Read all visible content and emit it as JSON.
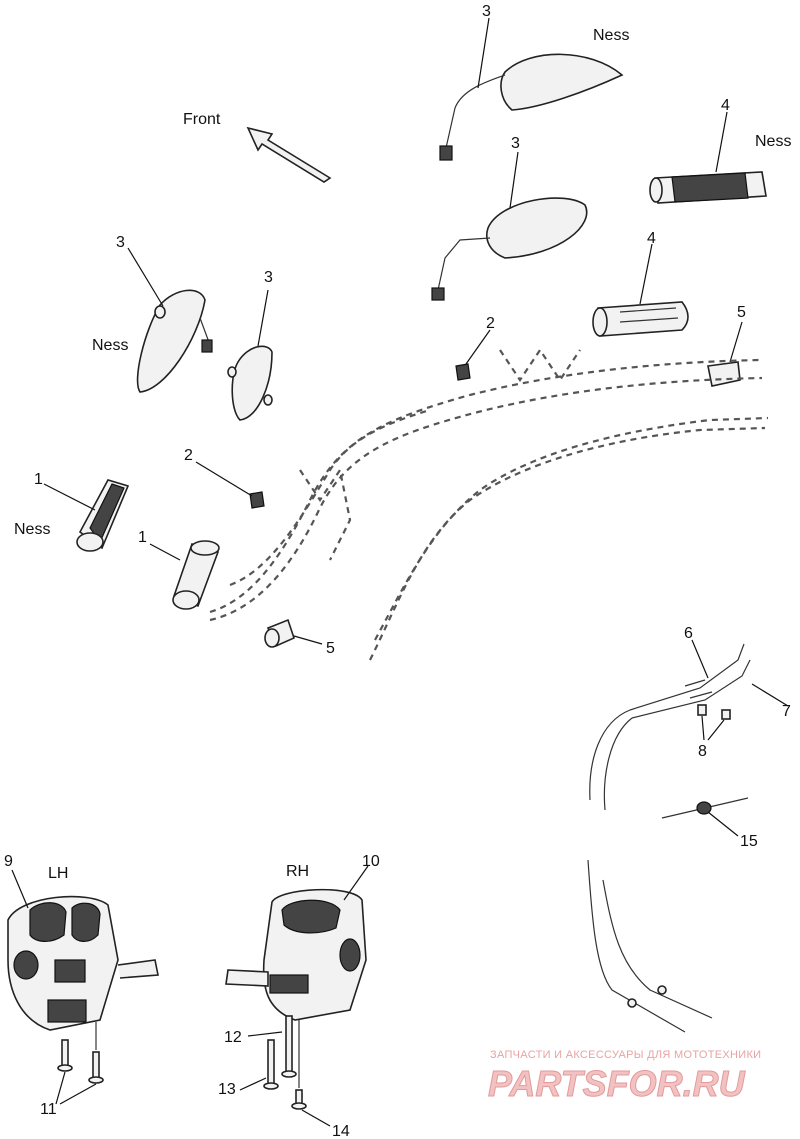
{
  "labels": {
    "front": "Front",
    "ness_mirror_top": "Ness",
    "ness_grip_right": "Ness",
    "ness_mirror_left": "Ness",
    "ness_grip_left": "Ness",
    "lh": "LH",
    "rh": "RH"
  },
  "callouts": {
    "c1a": "1",
    "c1b": "1",
    "c2a": "2",
    "c2b": "2",
    "c3a": "3",
    "c3b": "3",
    "c3c": "3",
    "c3d": "3",
    "c4a": "4",
    "c4b": "4",
    "c5a": "5",
    "c5b": "5",
    "c6": "6",
    "c7": "7",
    "c8": "8",
    "c9": "9",
    "c10": "10",
    "c11": "11",
    "c12": "12",
    "c13": "13",
    "c14": "14",
    "c15": "15"
  },
  "watermark": {
    "subtitle": "ЗАПЧАСТИ И АКСЕССУАРЫ ДЛЯ МОТОТЕХНИКИ",
    "logo": "PARTSFOR.RU"
  }
}
